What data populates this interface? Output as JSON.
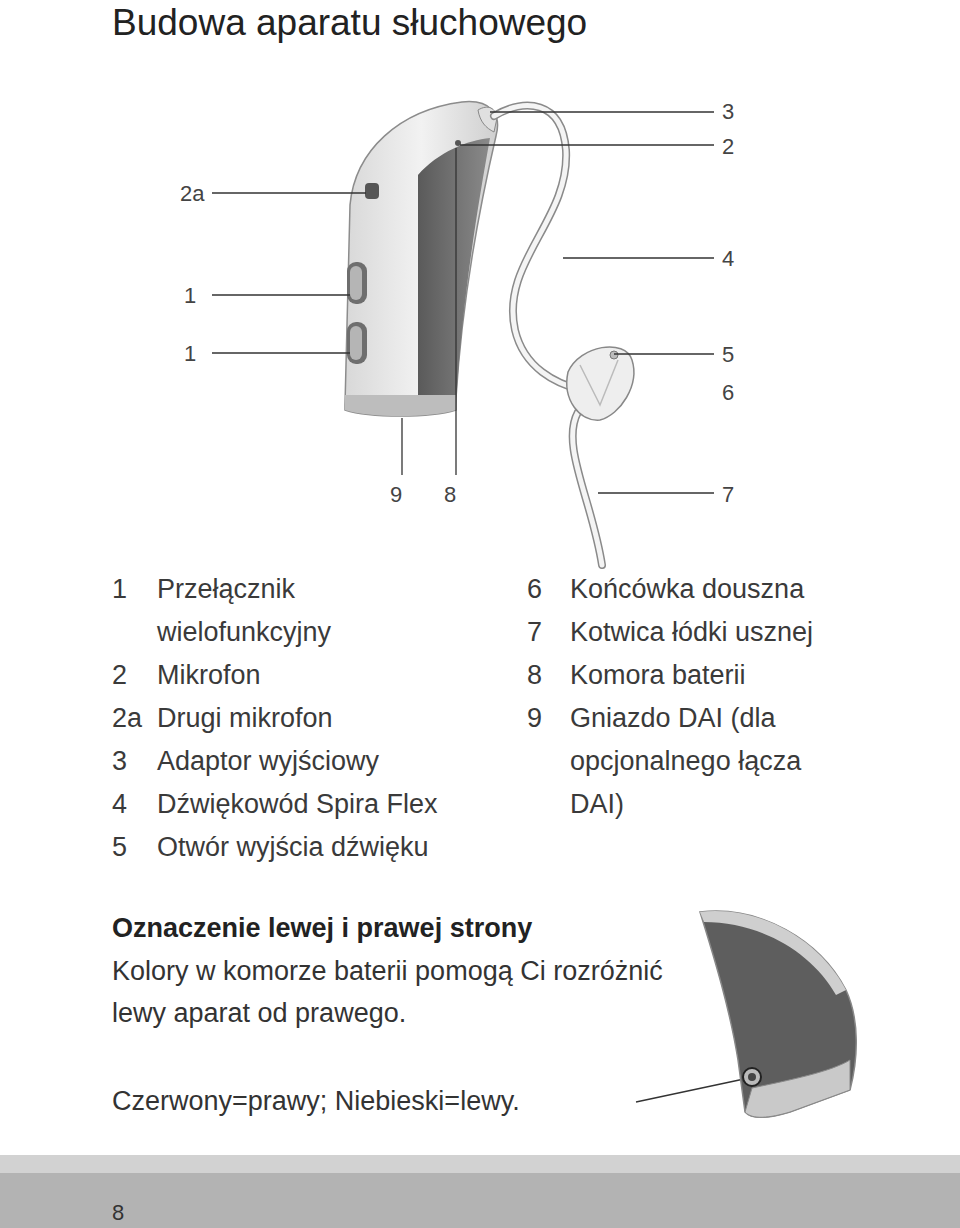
{
  "diagram": {
    "title": "Budowa aparatu słuchowego",
    "labels": [
      "3",
      "2",
      "2a",
      "4",
      "1",
      "5",
      "1",
      "6",
      "9",
      "8",
      "7",
      "1",
      "Przełącznik wielofunkcyjny",
      "2",
      "Mikrofon",
      "2a",
      "Drugi mikrofon",
      "3",
      "Adaptor wyjściowy",
      "4",
      "Dźwiękowód Spira Flex",
      "5",
      "Otwór wyjścia dźwięku",
      "6",
      "Końcówka douszna",
      "7",
      "Kotwica łódki usznej",
      "8",
      "Komora baterii",
      "9",
      "Gniazdo DAI (dla opcjonalnego łącza DAI)",
      "Oznaczenie lewej i prawej strony",
      "Kolory w komorze baterii pomogą Ci rozróżnić lewy aparat od prawego.",
      "Czerwony=prawy; Niebieski=lewy.",
      "8"
    ]
  }
}
